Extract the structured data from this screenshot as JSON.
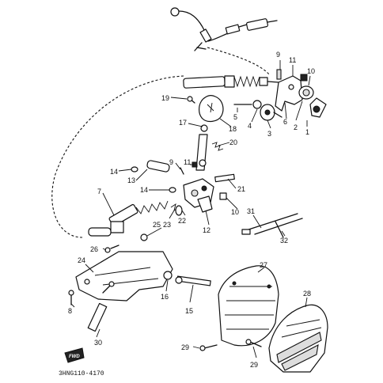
{
  "diagram_code": "3HNG110-4170",
  "fwd_label": "FWD",
  "parts": {
    "p1": "1",
    "p2": "2",
    "p3": "3",
    "p4": "4",
    "p5": "5",
    "p6": "6",
    "p7": "7",
    "p8": "8",
    "p9a": "9",
    "p9b": "9",
    "p10a": "10",
    "p10b": "10",
    "p11a": "11",
    "p11b": "11",
    "p12": "12",
    "p13": "13",
    "p14a": "14",
    "p14b": "14",
    "p15": "15",
    "p16": "16",
    "p17": "17",
    "p18": "18",
    "p19": "19",
    "p20": "20",
    "p21": "21",
    "p22": "22",
    "p23": "23",
    "p24": "24",
    "p25": "25",
    "p26": "26",
    "p27": "27",
    "p28": "28",
    "p29a": "29",
    "p29b": "29",
    "p30": "30",
    "p31": "31",
    "p32": "32"
  }
}
